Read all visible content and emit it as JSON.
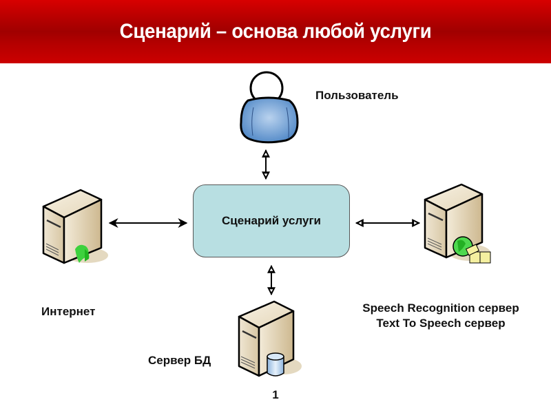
{
  "slide": {
    "title": "Сценарий – основа любой услуги",
    "page_number": "1",
    "header_color": "#b50000"
  },
  "diagram": {
    "center": {
      "label": "Сценарий услуги",
      "fill": "#b8dfe2"
    },
    "nodes": {
      "user": {
        "label": "Пользователь",
        "icon": "user-icon"
      },
      "internet": {
        "label": "Интернет",
        "icon": "web-server-icon"
      },
      "db": {
        "label": "Сервер БД",
        "icon": "database-server-icon"
      },
      "speech": {
        "labels": [
          "Speech Recognition сервер",
          "Text To Speech сервер"
        ],
        "icon": "speech-server-icon"
      }
    },
    "connections": [
      {
        "from": "user",
        "to": "center",
        "type": "bidirectional"
      },
      {
        "from": "internet",
        "to": "center",
        "type": "bidirectional"
      },
      {
        "from": "speech",
        "to": "center",
        "type": "bidirectional"
      },
      {
        "from": "db",
        "to": "center",
        "type": "bidirectional"
      }
    ]
  }
}
